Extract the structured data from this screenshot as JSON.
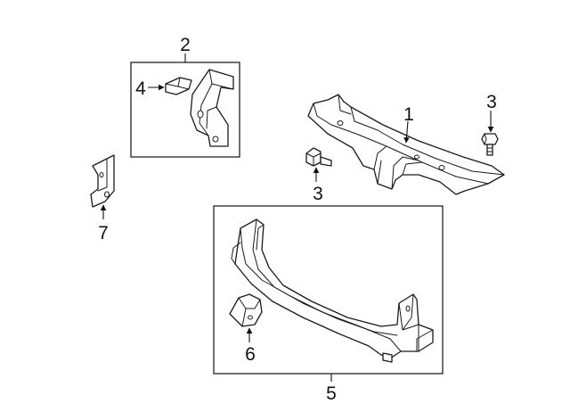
{
  "callouts": {
    "c1": "1",
    "c2": "2",
    "c3a": "3",
    "c3b": "3",
    "c4": "4",
    "c5": "5",
    "c6": "6",
    "c7": "7"
  },
  "colors": {
    "line": "#1a1a1a",
    "background": "#ffffff"
  }
}
